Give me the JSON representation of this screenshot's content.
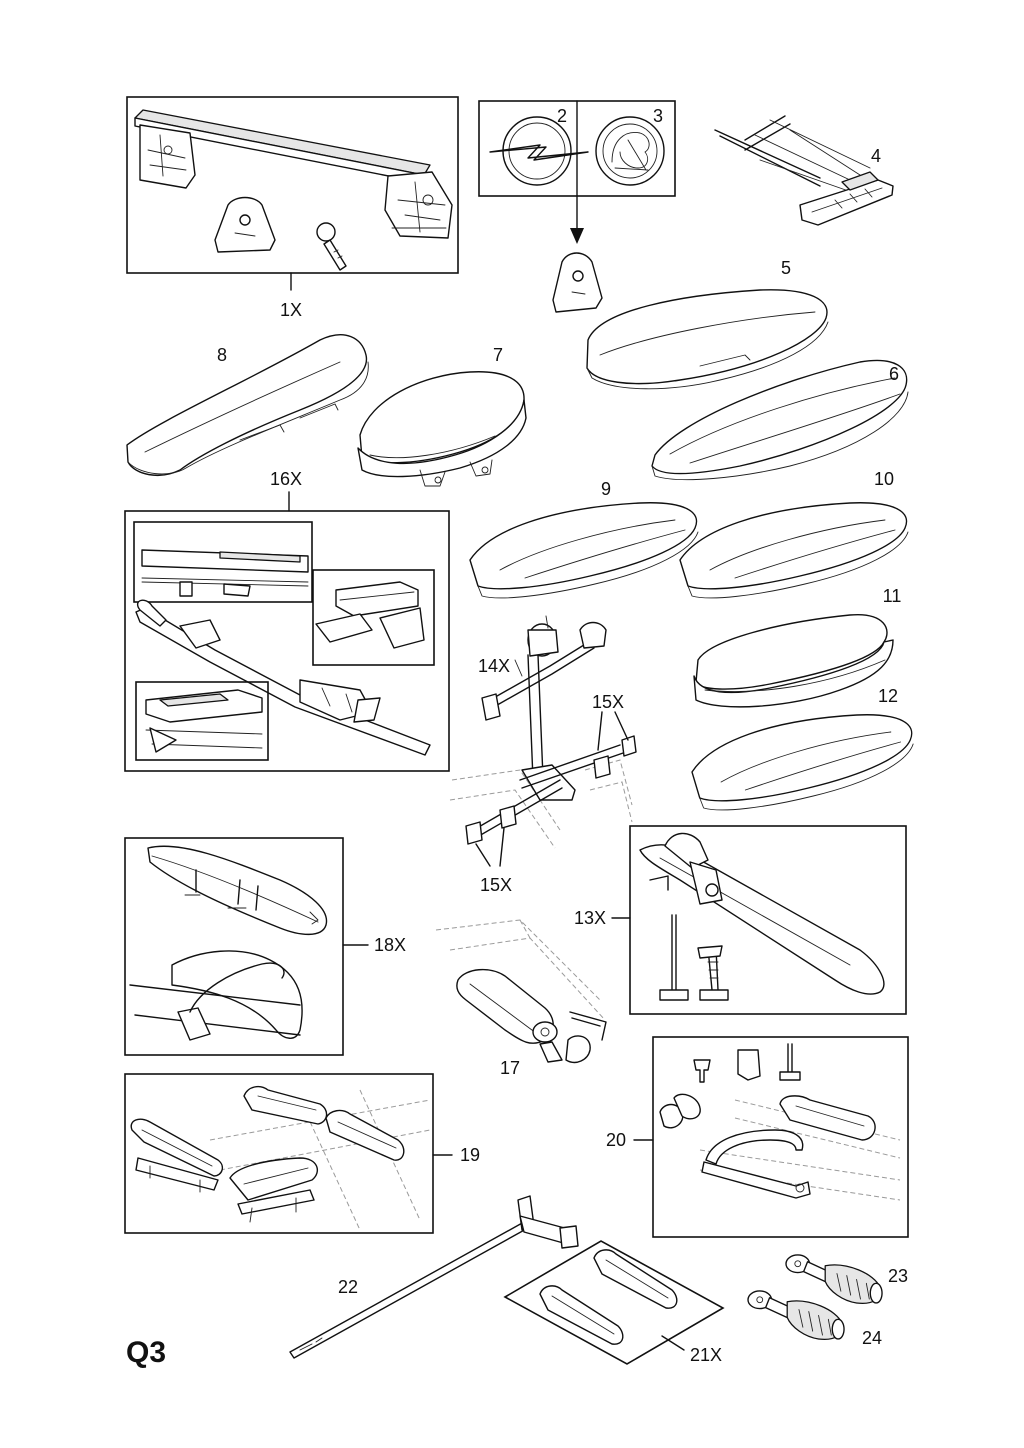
{
  "page_id": "Q3",
  "labels": {
    "p1": "1X",
    "p2": "2",
    "p3": "3",
    "p4": "4",
    "p5": "5",
    "p6": "6",
    "p7": "7",
    "p8": "8",
    "p9": "9",
    "p10": "10",
    "p11": "11",
    "p12": "12",
    "p13": "13X",
    "p14": "14X",
    "p15a": "15X",
    "p15b": "15X",
    "p16": "16X",
    "p17": "17",
    "p18": "18X",
    "p19": "19",
    "p20": "20",
    "p21": "21X",
    "p22": "22",
    "p23": "23",
    "p24": "24"
  },
  "colors": {
    "line": "#111111",
    "shade": "#e6e6e6",
    "dashed": "#9a9a9a",
    "paper": "#ffffff"
  }
}
